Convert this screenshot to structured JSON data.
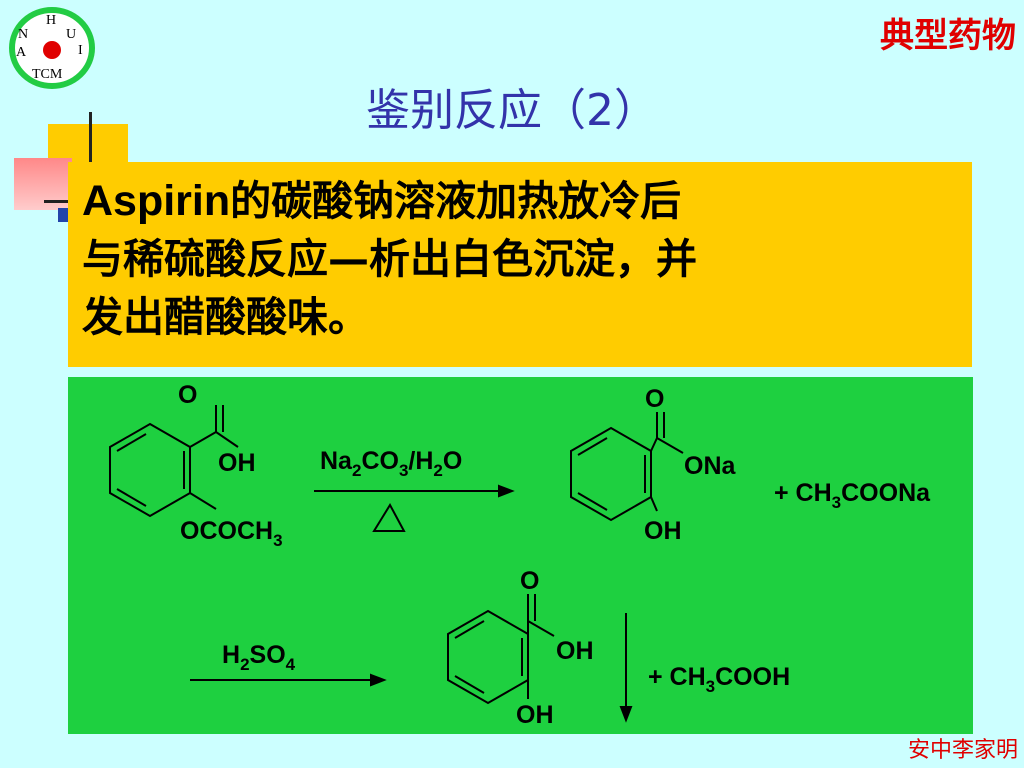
{
  "header": {
    "logo": {
      "letters": [
        "H",
        "N",
        "U",
        "A",
        "I"
      ],
      "caption": "TCM",
      "icon": "university-emblem-icon",
      "ring_color": "#22cc44",
      "dot_color": "#e00000"
    },
    "corner_title": "典型药物",
    "title": "鉴别反应（2）"
  },
  "text_box": {
    "lead_word": "Aspirin",
    "line1_rest": "的碳酸钠溶液加热放冷后",
    "line2": "与稀硫酸反应—析出白色沉淀，并",
    "line3": "发出醋酸酸味。",
    "background": "#ffcc00"
  },
  "reaction": {
    "background": "#1ed040",
    "aspirin": {
      "carbonyl_o": "O",
      "oh": "OH",
      "ester": "OCOCH",
      "ester_sub": "3"
    },
    "step1": {
      "r1a": "Na",
      "r1a_sub": "2",
      "r1b": "CO",
      "r1b_sub": "3",
      "r1c": "/H",
      "r1c_sub": "2",
      "r1d": "O",
      "heat": "△"
    },
    "sodium_salicylate": {
      "carbonyl_o": "O",
      "ona": "ONa",
      "oh": "OH"
    },
    "byproduct1": {
      "a": "+ CH",
      "sub": "3",
      "b": "COONa"
    },
    "step2": {
      "a": "H",
      "sub1": "2",
      "b": "SO",
      "sub2": "4"
    },
    "salicylic_acid": {
      "carbonyl_o": "O",
      "cooh": "OH",
      "oh": "OH"
    },
    "byproduct2": {
      "a": "+ CH",
      "sub": "3",
      "b": "COOH"
    }
  },
  "footer": {
    "author": "安中李家明"
  }
}
